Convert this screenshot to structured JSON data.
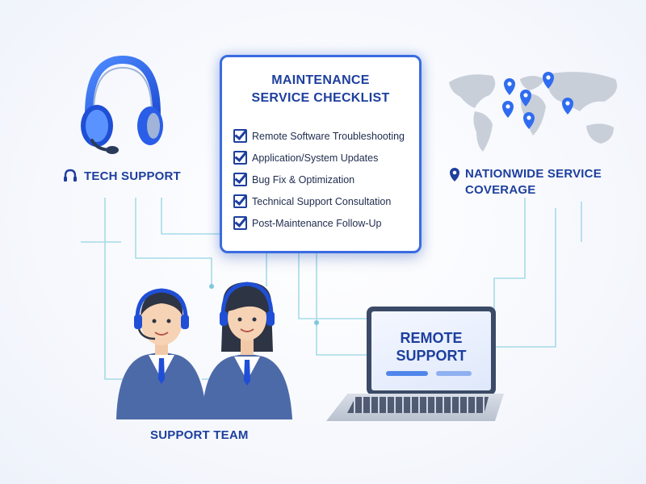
{
  "checklist": {
    "title_line1": "MAINTENANCE",
    "title_line2": "SERVICE CHECKLIST",
    "items": [
      "Remote Software Troubleshooting",
      "Application/System Updates",
      "Bug Fix & Optimization",
      "Technical Support Consultation",
      "Post-Maintenance Follow-Up"
    ]
  },
  "tech_support": {
    "label": "TECH SUPPORT"
  },
  "coverage": {
    "label_line1": "NATIONWIDE SERVICE",
    "label_line2": "COVERAGE"
  },
  "team": {
    "label": "SUPPORT TEAM"
  },
  "remote": {
    "line1": "REMOTE",
    "line2": "SUPPORT"
  },
  "colors": {
    "accent": "#1d3f9e",
    "brand_blue": "#2f6cf0",
    "connector": "#9dd9e6"
  }
}
